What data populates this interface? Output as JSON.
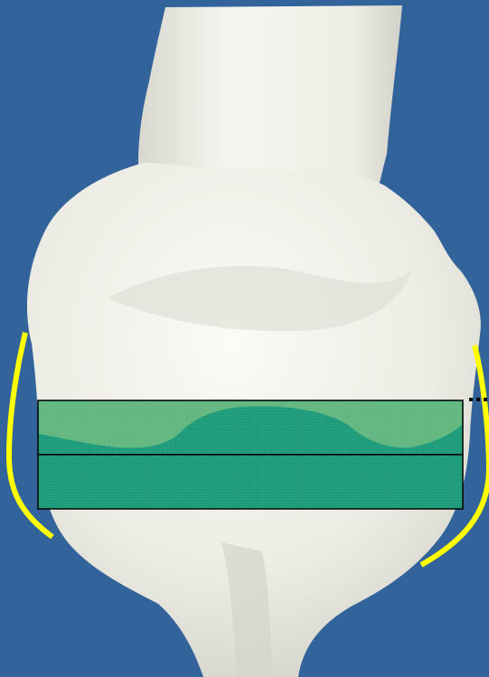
{
  "colors": {
    "background": "#33639b",
    "bone": "#eeeee6",
    "bone_shadow": "#c9c9bf",
    "implant_fill": "#1f9a7a",
    "implant_outline": "#000000",
    "guide_line": "#ffff00"
  },
  "elements": {
    "bone": "distal-femur-bone",
    "implant_upper": "implant-block-upper",
    "implant_lower": "implant-block-lower",
    "guides": [
      "left-yellow-contour",
      "right-yellow-contour"
    ],
    "marker": "dotted-marker"
  }
}
